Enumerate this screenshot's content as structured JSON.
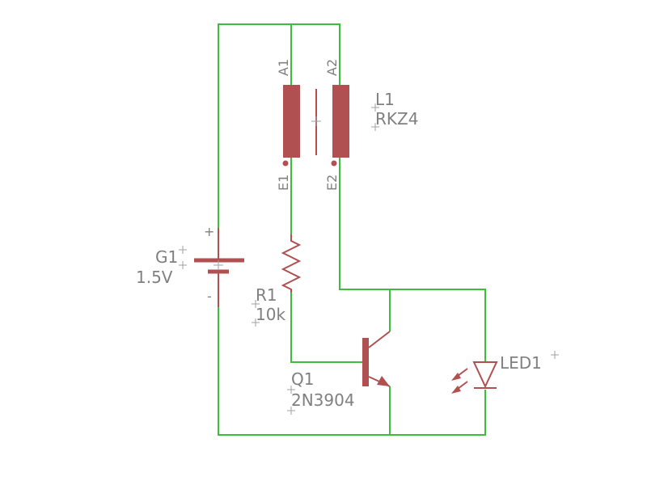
{
  "components": {
    "coil": {
      "ref": "L1",
      "value": "RKZ4",
      "pins": [
        "A1",
        "A2",
        "E1",
        "E2"
      ]
    },
    "battery": {
      "ref": "G1",
      "value": "1.5V",
      "plus": "+",
      "minus": "-"
    },
    "resistor": {
      "ref": "R1",
      "value": "10k"
    },
    "transistor": {
      "ref": "Q1",
      "value": "2N3904"
    },
    "led": {
      "ref": "LED1"
    }
  },
  "colors": {
    "wire": "#3cbe3c",
    "part": "#b05050",
    "text": "#808080"
  }
}
